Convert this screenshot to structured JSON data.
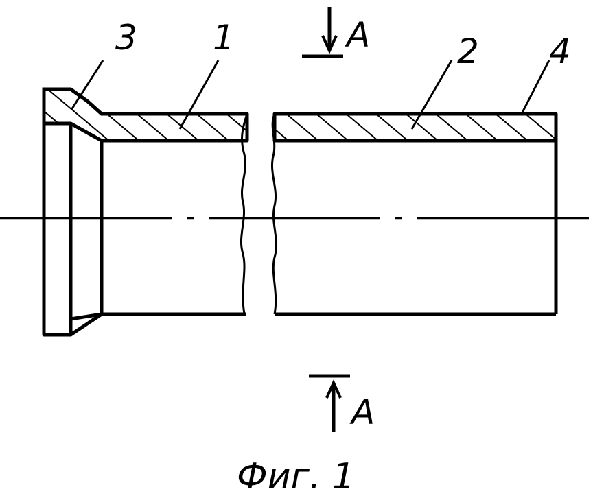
{
  "figure": {
    "caption": "Фиг. 1",
    "callouts": {
      "c1": "1",
      "c2": "2",
      "c3": "3",
      "c4": "4"
    },
    "section_top": "A",
    "section_bottom": "A"
  },
  "colors": {
    "ink": "#000000",
    "paper": "#ffffff"
  }
}
